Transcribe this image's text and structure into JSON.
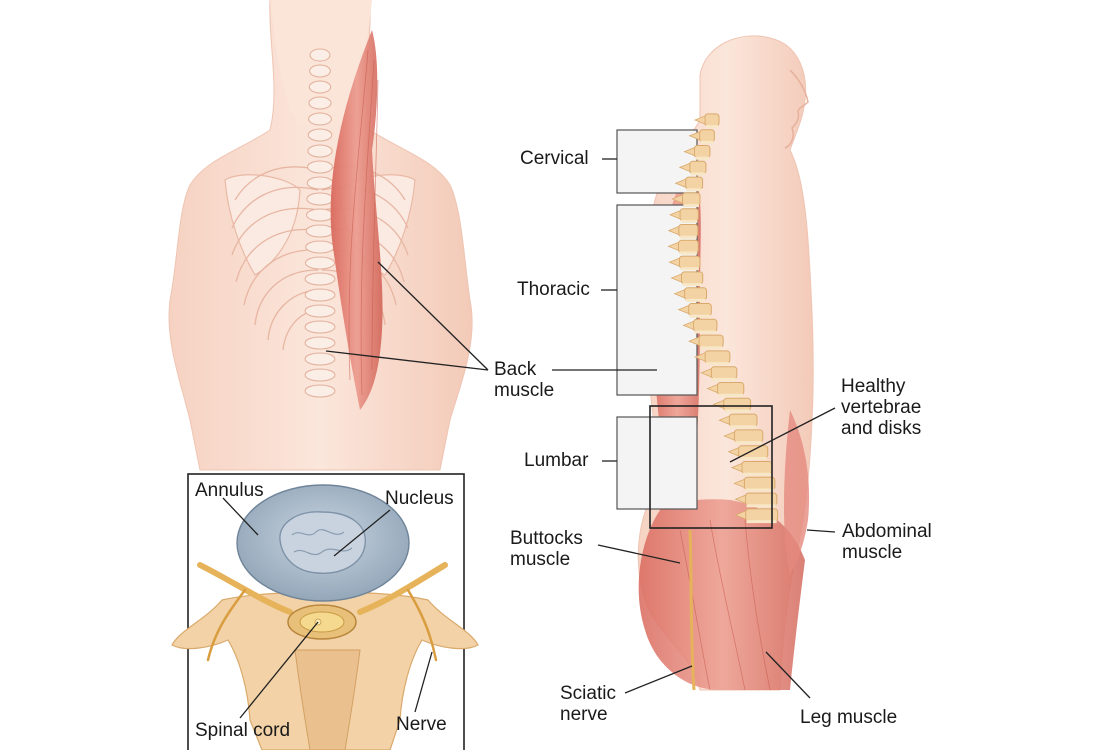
{
  "labels": {
    "cervical": "Cervical",
    "thoracic": "Thoracic",
    "lumbar": "Lumbar",
    "back_muscle": [
      "Back",
      "muscle"
    ],
    "healthy_vertebrae": [
      "Healthy",
      "vertebrae",
      "and disks"
    ],
    "buttocks_muscle": [
      "Buttocks",
      "muscle"
    ],
    "abdominal_muscle": [
      "Abdominal",
      "muscle"
    ],
    "sciatic_nerve": [
      "Sciatic",
      "nerve"
    ],
    "leg_muscle": "Leg muscle",
    "annulus": "Annulus",
    "nucleus": "Nucleus",
    "spinal_cord": "Spinal cord",
    "nerve": "Nerve"
  },
  "colors": {
    "skin": "#f8ddd0",
    "skin_shade": "#efc4b2",
    "muscle": "#e37f73",
    "muscle_light": "#eea89b",
    "bone": "#f3d3a3",
    "bone_dark": "#d9a96b",
    "disc": "#a9b9c8",
    "disc_dark": "#7f93a8",
    "nerve": "#e6b35a",
    "bracket_fill": "#f5f5f5",
    "line": "#222222"
  }
}
